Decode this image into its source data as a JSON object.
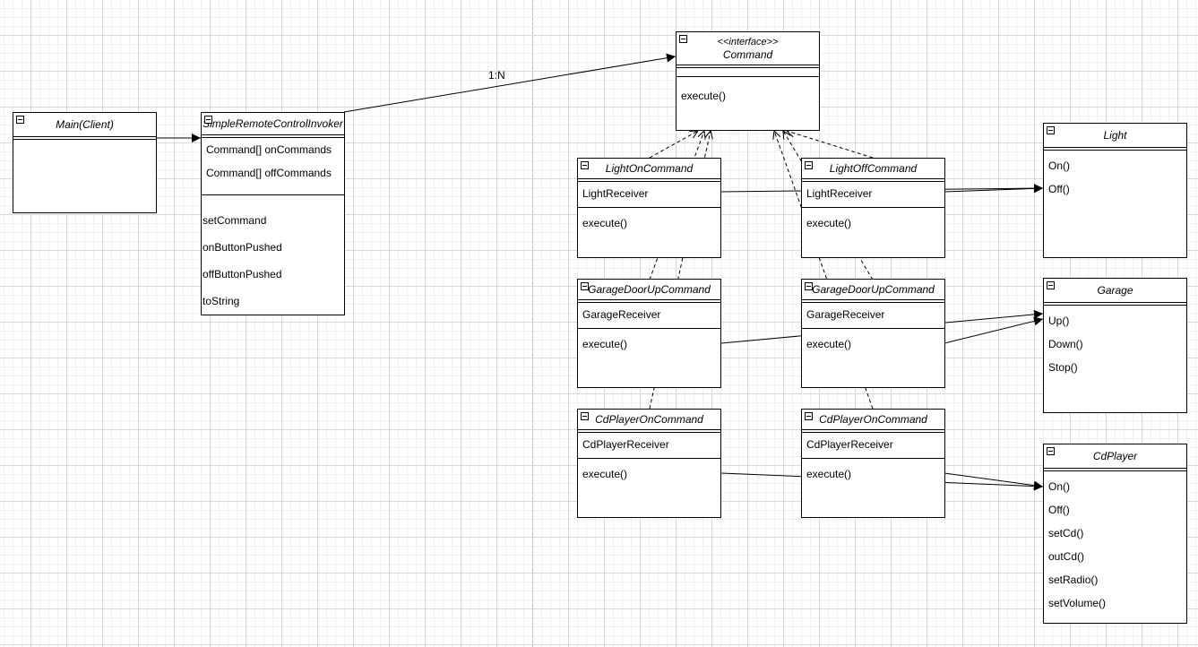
{
  "diagram": {
    "multiplicity_label": "1:N",
    "classes": {
      "main": {
        "name": "Main(Client)",
        "attributes": [],
        "methods": []
      },
      "invoker": {
        "name": "SimpleRemoteControlInvoker",
        "attributes": [
          "Command[] onCommands",
          "Command[] offCommands"
        ],
        "methods": [
          "setCommand",
          "onButtonPushed",
          "offButtonPushed",
          "toString"
        ]
      },
      "command": {
        "stereotype": "<<interface>>",
        "name": "Command",
        "attributes": [],
        "methods": [
          "execute()"
        ]
      },
      "light_on": {
        "name": "LightOnCommand",
        "attributes": [
          "LightReceiver"
        ],
        "methods": [
          "execute()"
        ]
      },
      "light_off": {
        "name": "LightOffCommand",
        "attributes": [
          "LightReceiver"
        ],
        "methods": [
          "execute()"
        ]
      },
      "garage_up_1": {
        "name": "GarageDoorUpCommand",
        "attributes": [
          "GarageReceiver"
        ],
        "methods": [
          "execute()"
        ]
      },
      "garage_up_2": {
        "name": "GarageDoorUpCommand",
        "attributes": [
          "GarageReceiver"
        ],
        "methods": [
          "execute()"
        ]
      },
      "cd_on_1": {
        "name": "CdPlayerOnCommand",
        "attributes": [
          "CdPlayerReceiver"
        ],
        "methods": [
          "execute()"
        ]
      },
      "cd_on_2": {
        "name": "CdPlayerOnCommand",
        "attributes": [
          "CdPlayerReceiver"
        ],
        "methods": [
          "execute()"
        ]
      },
      "light": {
        "name": "Light",
        "methods": [
          "On()",
          "Off()"
        ]
      },
      "garage": {
        "name": "Garage",
        "methods": [
          "Up()",
          "Down()",
          "Stop()"
        ]
      },
      "cdplayer": {
        "name": "CdPlayer",
        "methods": [
          "On()",
          "Off()",
          "setCd()",
          "outCd()",
          "setRadio()",
          "setVolume()"
        ]
      }
    }
  }
}
